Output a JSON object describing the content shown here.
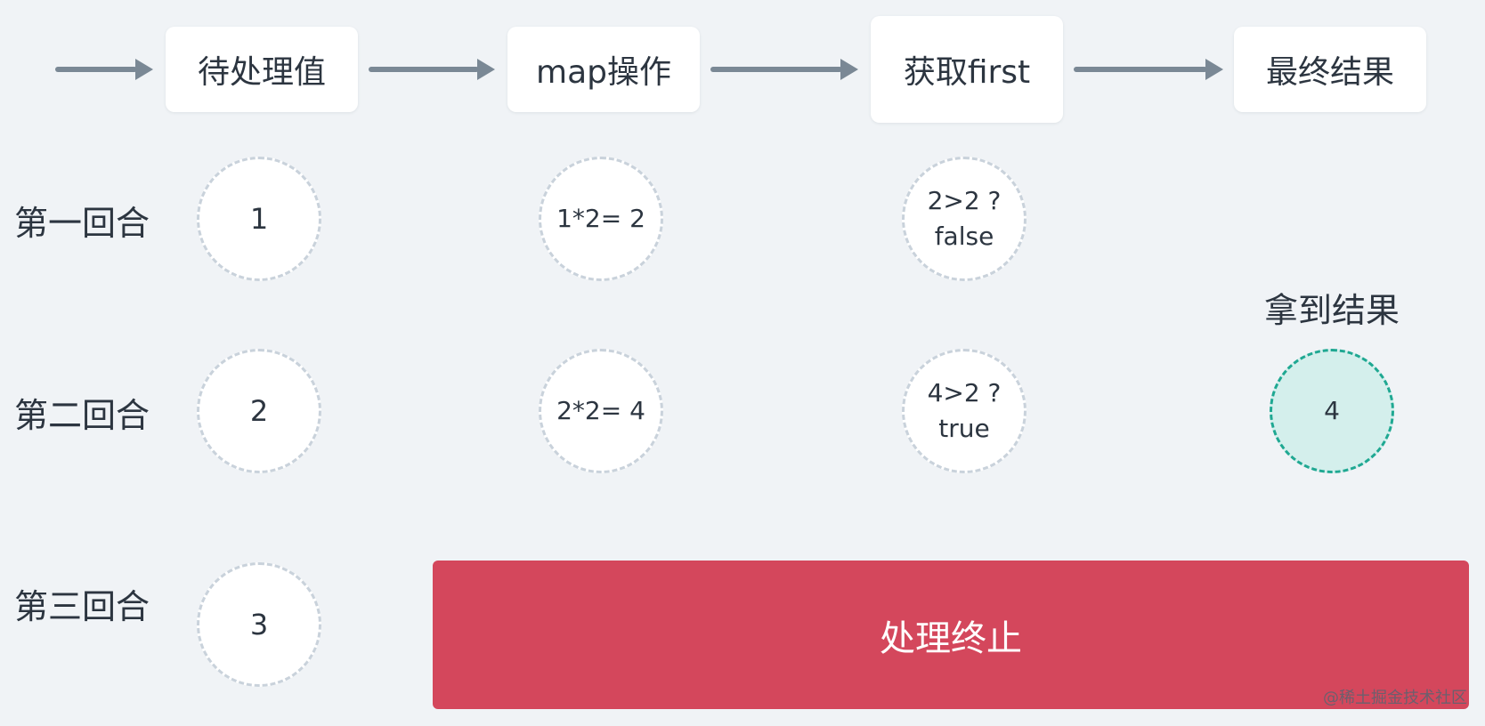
{
  "steps": [
    "待处理值",
    "map操作",
    "获取first",
    "最终结果"
  ],
  "rounds": [
    "第一回合",
    "第二回合",
    "第三回合"
  ],
  "round1": {
    "value": "1",
    "map": "1*2= 2",
    "first_line1": "2>2 ?",
    "first_line2": "false"
  },
  "round2": {
    "value": "2",
    "map": "2*2= 4",
    "first_line1": "4>2 ?",
    "first_line2": "true",
    "result": "4"
  },
  "round3": {
    "value": "3"
  },
  "result_label": "拿到结果",
  "terminate_label": "处理终止",
  "watermark": "@稀土掘金技术社区",
  "colors": {
    "background": "#f0f3f6",
    "arrow": "#7a8895",
    "circle_border": "#c9d2db",
    "result_fill": "#d4efec",
    "result_border": "#1fa892",
    "terminate": "#d4475c"
  }
}
